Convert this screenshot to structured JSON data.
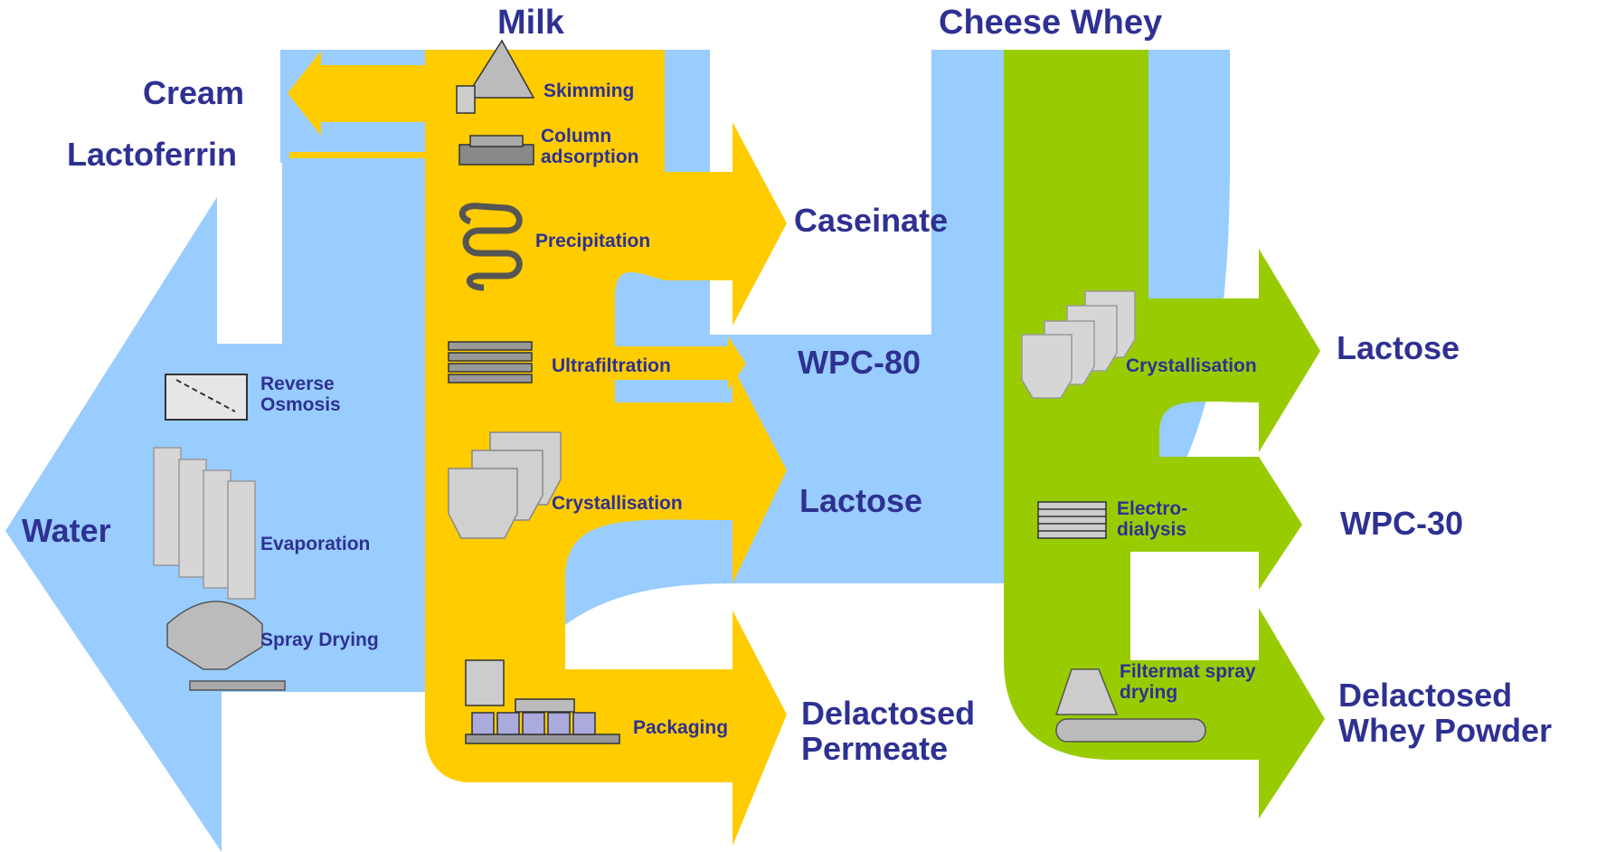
{
  "headers": {
    "milk": "Milk",
    "cheese_whey": "Cheese Whey"
  },
  "left_outputs": {
    "cream": "Cream",
    "lactoferrin": "Lactoferrin",
    "water": "Water"
  },
  "milk_steps": {
    "skimming": "Skimming",
    "column_1": "Column",
    "column_2": "adsorption",
    "precipitation": "Precipitation",
    "ultrafiltration": "Ultrafiltration",
    "crystallisation": "Crystallisation",
    "packaging": "Packaging"
  },
  "water_steps": {
    "ro_1": "Reverse",
    "ro_2": "Osmosis",
    "evaporation": "Evaporation",
    "spray_drying": "Spray Drying"
  },
  "milk_products": {
    "caseinate": "Caseinate",
    "wpc80": "WPC-80",
    "lactose": "Lactose",
    "permeate_1": "Delactosed",
    "permeate_2": "Permeate"
  },
  "whey_steps": {
    "crystallisation": "Crystallisation",
    "ed_1": "Electro-",
    "ed_2": "dialysis",
    "filtermat_1": "Filtermat spray",
    "filtermat_2": "drying"
  },
  "whey_products": {
    "lactose": "Lactose",
    "wpc30": "WPC-30",
    "powder_1": "Delactosed",
    "powder_2": "Whey Powder"
  },
  "colors": {
    "water": "#99ccff",
    "milk": "#ffcc00",
    "whey": "#99cc00",
    "text": "#2e3192"
  }
}
